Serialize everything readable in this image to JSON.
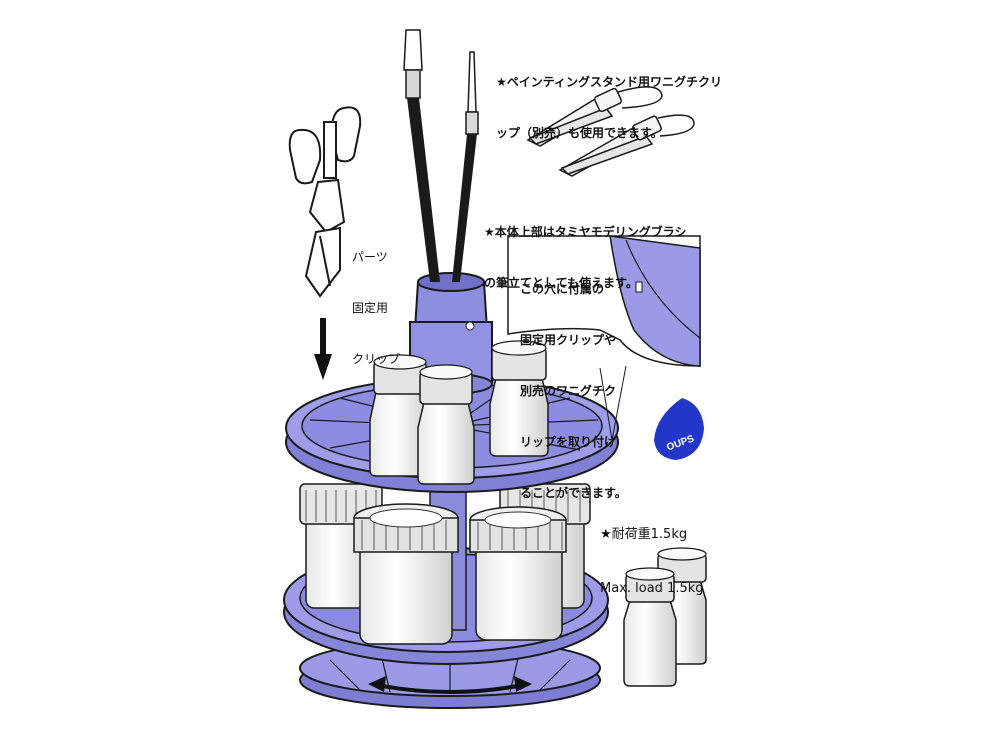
{
  "notes": {
    "clip_stand": [
      "★ペインティングスタンド用ワニグチクリ",
      "ップ（別売）も使用できます。"
    ],
    "brush_holder": [
      "★本体上部はタミヤモデリングブラシ",
      "の筆立てとしても使えます。"
    ],
    "hole": [
      "この穴に付属の",
      "固定用クリップや",
      "別売のワニグチク",
      "リップを取り付け",
      "ることができます。"
    ],
    "parts_clip": [
      "パーツ",
      "固定用",
      "クリップ"
    ],
    "load": [
      "★耐荷重1.5kg",
      "Max. load 1.5kg"
    ]
  },
  "logo_text": "OUPS",
  "colors": {
    "stand": "#8f8fe0",
    "stand_dark": "#6a6ac0",
    "outline": "#1a1a1a",
    "logo": "#2236c8"
  },
  "icons": [
    "paint-stand-icon",
    "brush-icon",
    "alligator-clip-icon",
    "parts-clip-icon",
    "paint-jar-icon",
    "rotate-arrow-icon",
    "down-arrow-icon",
    "logo-icon"
  ]
}
